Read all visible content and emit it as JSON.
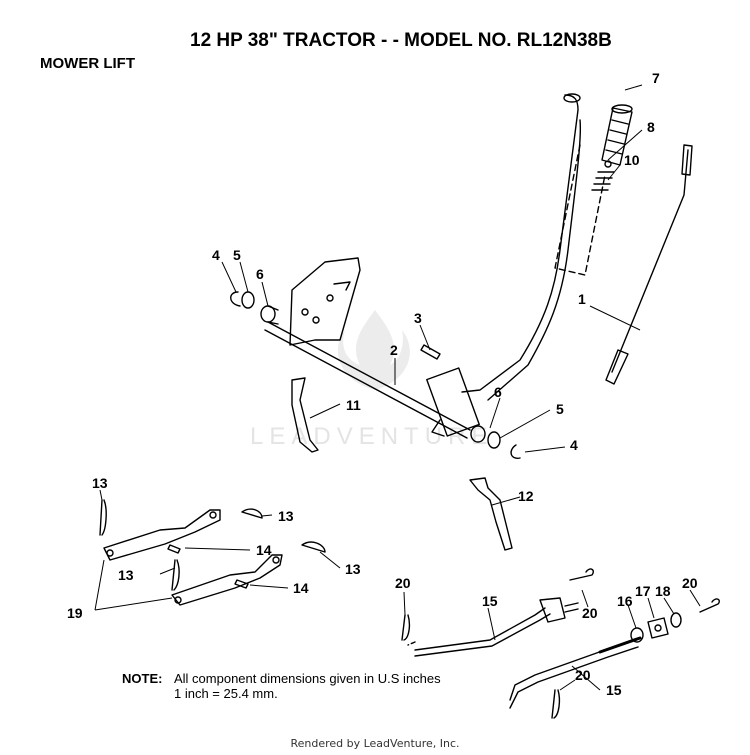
{
  "header": {
    "title": "12 HP 38\" TRACTOR - - MODEL NO. RL12N38B",
    "section": "MOWER LIFT"
  },
  "watermark": "LEADVENTURE",
  "note": {
    "label": "NOTE:",
    "line1": "All component dimensions given in U.S inches",
    "line2": "1 inch = 25.4 mm."
  },
  "footer": "Rendered by LeadVenture, Inc.",
  "callouts": {
    "c1": "1",
    "c2": "2",
    "c3": "3",
    "c4a": "4",
    "c4b": "4",
    "c5a": "5",
    "c5b": "5",
    "c6a": "6",
    "c6b": "6",
    "c7": "7",
    "c8": "8",
    "c10": "10",
    "c11": "11",
    "c12": "12",
    "c13a": "13",
    "c13b": "13",
    "c13c": "13",
    "c13d": "13",
    "c14a": "14",
    "c14b": "14",
    "c15a": "15",
    "c15b": "15",
    "c16": "16",
    "c17": "17",
    "c18": "18",
    "c19": "19",
    "c20a": "20",
    "c20b": "20",
    "c20c": "20",
    "c20d": "20"
  }
}
